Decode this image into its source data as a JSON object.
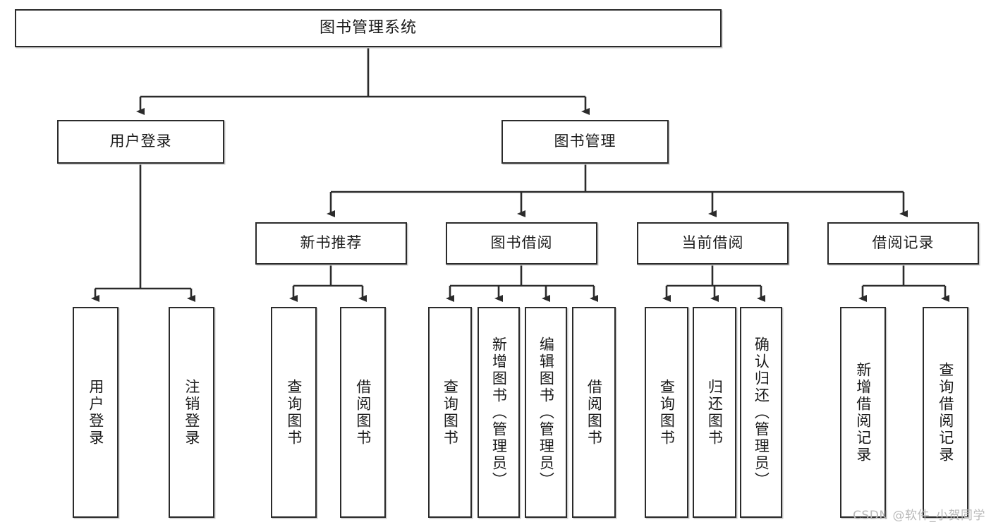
{
  "diagram": {
    "type": "tree",
    "title": "图书管理系统",
    "orientation": "top-down",
    "colors": {
      "node_border": "#2b2b2b",
      "node_fill": "#ffffff",
      "edge": "#2b2b2b",
      "text": "#1a1a1a",
      "watermark": "#b9b9b9"
    },
    "root": {
      "label": "图书管理系统"
    },
    "level2": [
      {
        "label": "用户登录"
      },
      {
        "label": "图书管理"
      }
    ],
    "level3": [
      {
        "label": "新书推荐"
      },
      {
        "label": "图书借阅"
      },
      {
        "label": "当前借阅"
      },
      {
        "label": "借阅记录"
      }
    ],
    "leaves": {
      "user_login": [
        {
          "label": "用户登录"
        },
        {
          "label": "注销登录"
        }
      ],
      "new_book_recommend": [
        {
          "label": "查询图书"
        },
        {
          "label": "借阅图书"
        }
      ],
      "book_borrow": [
        {
          "label": "查询图书"
        },
        {
          "label": "新增图书（管理员）"
        },
        {
          "label": "编辑图书（管理员）"
        },
        {
          "label": "借阅图书"
        }
      ],
      "current_borrow": [
        {
          "label": "查询图书"
        },
        {
          "label": "归还图书"
        },
        {
          "label": "确认归还（管理员）"
        }
      ],
      "borrow_record": [
        {
          "label": "新增借阅记录"
        },
        {
          "label": "查询借阅记录"
        }
      ]
    },
    "watermark": "CSDN @软件_小贺同学"
  }
}
